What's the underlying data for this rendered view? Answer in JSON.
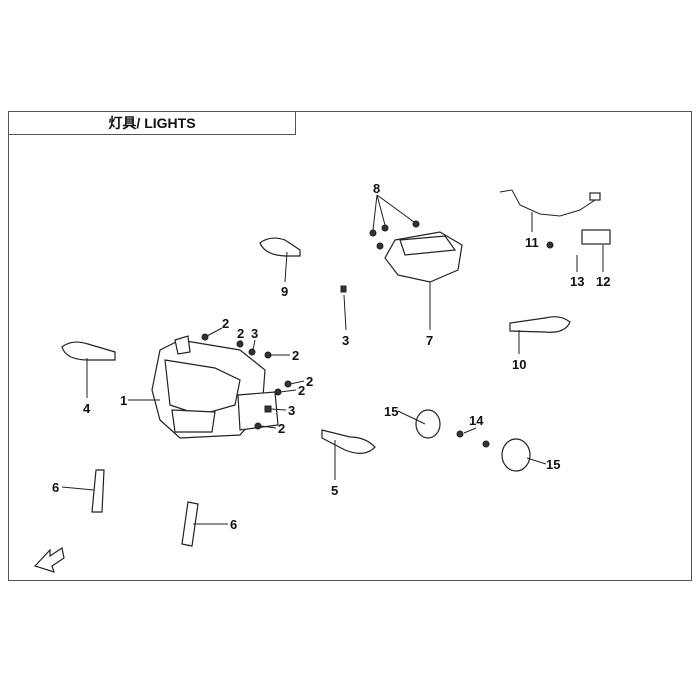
{
  "title": "灯具/ LIGHTS",
  "callouts": {
    "c1": "1",
    "c2a": "2",
    "c2b": "2",
    "c2c": "2",
    "c2d": "2",
    "c2e": "2",
    "c2f": "2",
    "c3a": "3",
    "c3b": "3",
    "c3c": "3",
    "c4": "4",
    "c5": "5",
    "c6a": "6",
    "c6b": "6",
    "c7": "7",
    "c8": "8",
    "c9": "9",
    "c10": "10",
    "c11": "11",
    "c12": "12",
    "c13": "13",
    "c14": "14",
    "c15a": "15",
    "c15b": "15"
  },
  "fwd_logo": "FWD"
}
